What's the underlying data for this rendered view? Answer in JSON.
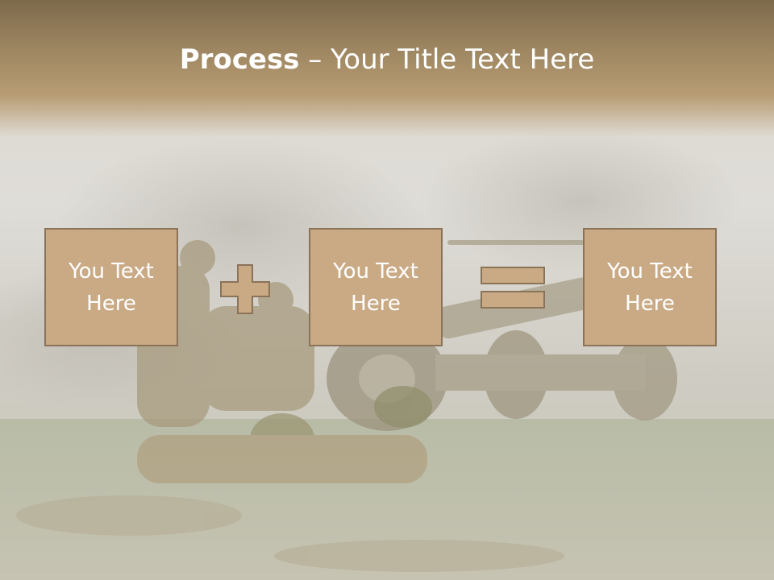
{
  "title": {
    "bold": "Process",
    "rest": " – Your Title Text Here"
  },
  "boxes": [
    {
      "text": "You Text Here"
    },
    {
      "text": "You Text Here"
    },
    {
      "text": "You Text Here"
    }
  ],
  "operators": [
    "plus-icon",
    "equals-icon"
  ],
  "colors": {
    "box_fill": "#c9aa84",
    "box_border": "#8a7359",
    "title_band": "#9c8560",
    "text": "#ffffff"
  }
}
